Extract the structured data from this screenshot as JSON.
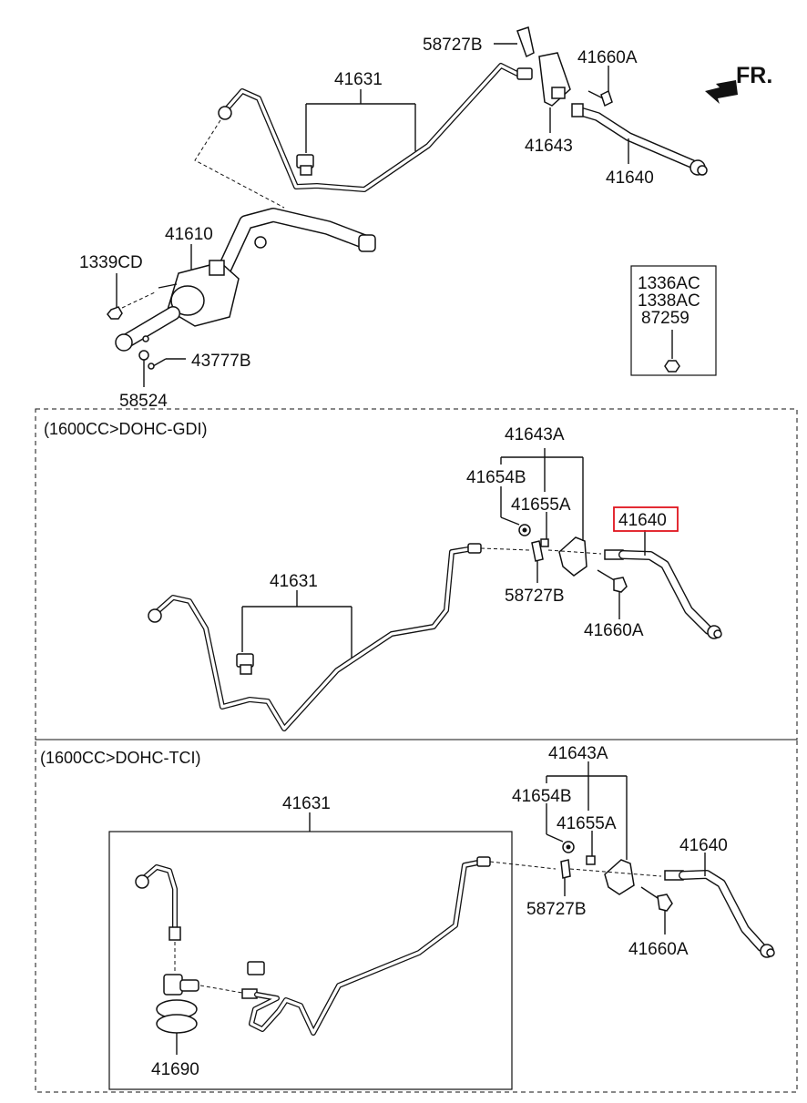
{
  "direction_indicator": {
    "label": "FR."
  },
  "top_section": {
    "labels": {
      "p58727B": "58727B",
      "p41660A": "41660A",
      "p41631": "41631",
      "p41643": "41643",
      "p41640": "41640",
      "p41610": "41610",
      "p1339CD": "1339CD",
      "p43777B": "43777B",
      "p58524": "58524"
    },
    "inset_box_lines": [
      "1336AC",
      "1338AC",
      "87259"
    ]
  },
  "gdi_section": {
    "title": "(1600CC>DOHC-GDI)",
    "labels": {
      "p41643A": "41643A",
      "p41654B": "41654B",
      "p41655A": "41655A",
      "p41640": "41640",
      "p58727B": "58727B",
      "p41660A": "41660A",
      "p41631": "41631"
    },
    "highlighted_part": "41640"
  },
  "tci_section": {
    "title": "(1600CC>DOHC-TCI)",
    "labels": {
      "p41643A": "41643A",
      "p41654B": "41654B",
      "p41655A": "41655A",
      "p41640": "41640",
      "p41631": "41631",
      "p58727B": "58727B",
      "p41660A": "41660A",
      "p41690": "41690"
    }
  },
  "colors": {
    "line": "#111111",
    "highlight": "#e0141e",
    "background": "#ffffff"
  }
}
